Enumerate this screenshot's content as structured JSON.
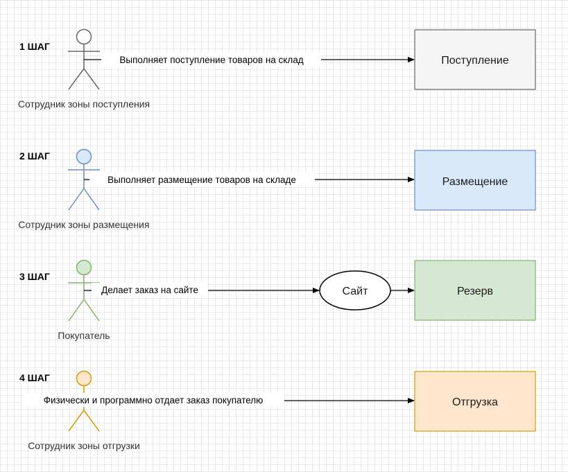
{
  "colors": {
    "gray_fill": "#f5f5f5",
    "gray_stroke": "#666666",
    "blue_fill": "#dae8fc",
    "blue_stroke": "#6c8ebf",
    "green_fill": "#d5e8d4",
    "green_stroke": "#82b366",
    "orange_fill": "#ffe6cc",
    "orange_stroke": "#d79b00",
    "actor4_fill": "#fff2cc",
    "actor4_stroke": "#d6b656",
    "edge": "#000000"
  },
  "steps": [
    {
      "step_label": "1 ШАГ",
      "actor_label": "Сотрудник зоны поступления",
      "edge_label": "Выполняет поступление товаров на склад",
      "target_label": "Поступление"
    },
    {
      "step_label": "2 ШАГ",
      "actor_label": "Сотрудник зоны размещения",
      "edge_label": "Выполняет размещение товаров на складе",
      "target_label": "Размещение"
    },
    {
      "step_label": "3 ШАГ",
      "actor_label": "Покупатель",
      "edge_label": "Делает заказ на сайте",
      "intermediate_label": "Сайт",
      "target_label": "Резерв"
    },
    {
      "step_label": "4 ШАГ",
      "actor_label": "Сотрудник зоны отгрузки",
      "edge_label": "Физически и программно отдает заказ покупателю",
      "target_label": "Отгрузка"
    }
  ]
}
